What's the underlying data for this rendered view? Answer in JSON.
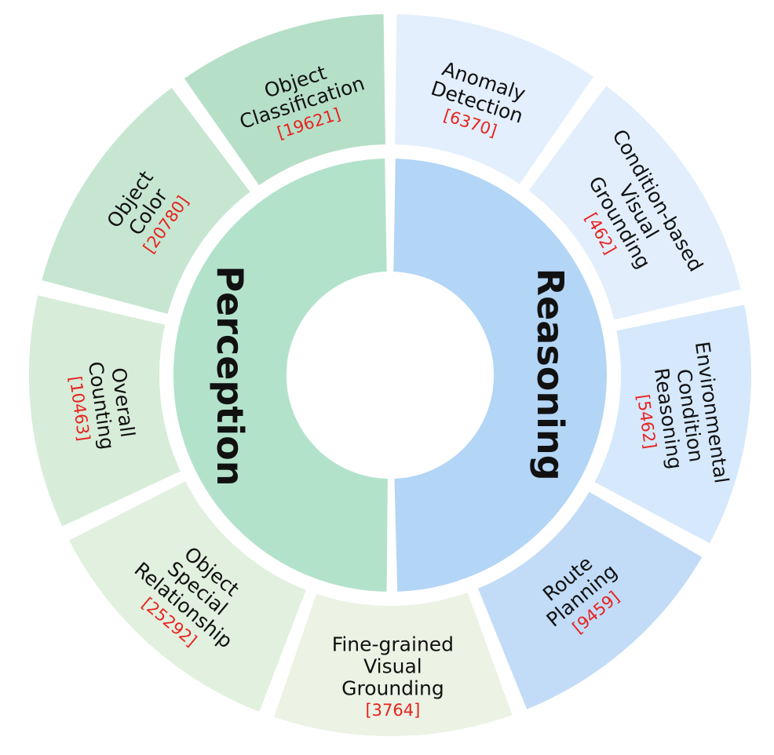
{
  "diagram": {
    "categories": [
      {
        "id": "perception",
        "label": "Perception",
        "color": "#b3e2cb",
        "tasks": [
          {
            "id": "object-classification",
            "lines": [
              "Object",
              "Classification"
            ],
            "count": "[19621]",
            "color": "#b6dfc8"
          },
          {
            "id": "object-color",
            "lines": [
              "Object",
              "Color"
            ],
            "count": "[20780]",
            "color": "#c6e6d2"
          },
          {
            "id": "overall-counting",
            "lines": [
              "Overall",
              "Counting"
            ],
            "count": "[10463]",
            "color": "#d7ecd9"
          },
          {
            "id": "object-special-relationship",
            "lines": [
              "Object",
              "Special",
              "Relationship"
            ],
            "count": "[25292]",
            "color": "#e2f0df"
          },
          {
            "id": "fine-grained-visual-grounding",
            "lines": [
              "Fine-grained",
              "Visual",
              "Grounding"
            ],
            "count": "[3764]",
            "color": "#ecf2e4"
          }
        ]
      },
      {
        "id": "reasoning",
        "label": "Reasoning",
        "color": "#b3d5f6",
        "tasks": [
          {
            "id": "anomaly-detection",
            "lines": [
              "Anomaly",
              "Detection"
            ],
            "count": "[6370]",
            "color": "#e3effc"
          },
          {
            "id": "condition-based-visual-grounding",
            "lines": [
              "Condition-based",
              "Visual",
              "Grounding"
            ],
            "count": "[462]",
            "color": "#e2eefc"
          },
          {
            "id": "environmental-condition-reasoning",
            "lines": [
              "Environmental",
              "Condition",
              "Reasoning"
            ],
            "count": "[5462]",
            "color": "#d6e8fb"
          },
          {
            "id": "route-planning",
            "lines": [
              "Route",
              "Planning"
            ],
            "count": "[9459]",
            "color": "#c2dcf7"
          }
        ]
      }
    ],
    "count_color": "#e8231f",
    "text_color": "#111111"
  }
}
